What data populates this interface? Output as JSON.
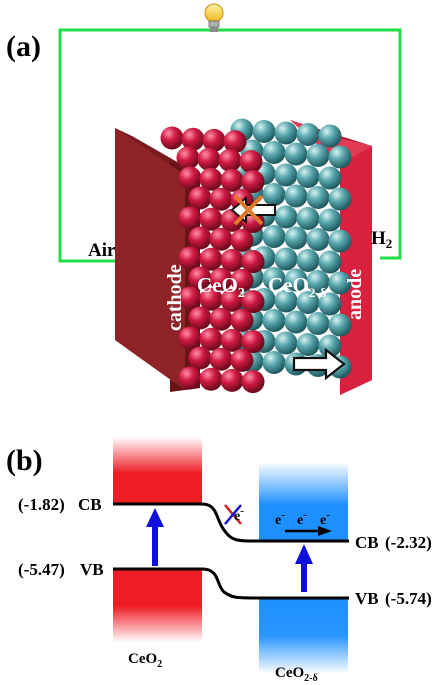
{
  "panel_a": {
    "label": "(a)",
    "air_label": "Air",
    "h2_label": "H",
    "h2_sub": "2",
    "cathode_label": "cathode",
    "anode_label": "anode",
    "ceo2_label": "CeO",
    "ceo2_sub": "2",
    "ceo2d_label": "CeO",
    "ceo2d_sub": "2-δ",
    "colors": {
      "wire": "#22dd44",
      "cathode": "#7a1a1f",
      "anode": "#cc1f3a",
      "ceo2_sphere": "#c8123a",
      "ceo2d_sphere": "#5aa8ae",
      "cross": "#e07a2a"
    },
    "icons": [
      "light-bulb-icon",
      "blocked-arrow-icon",
      "transport-arrow-icon"
    ]
  },
  "panel_b": {
    "label": "(b)",
    "ceo2_cb": {
      "value": "(-1.82)",
      "name": "CB"
    },
    "ceo2_vb": {
      "value": "(-5.47)",
      "name": "VB"
    },
    "ceo2d_cb": {
      "value": "(-2.32)",
      "name": "CB"
    },
    "ceo2d_vb": {
      "value": "(-5.74)",
      "name": "VB"
    },
    "electron": "e",
    "electron_sup": "-",
    "ceo2_name": "CeO",
    "ceo2_sub": "2",
    "ceo2d_name": "CeO",
    "ceo2d_sub": "2-δ",
    "colors": {
      "ceo2_band": "#ee1c24",
      "ceo2d_band": "#1e90ff",
      "arrow": "#1010dd",
      "cross": "#d42020"
    }
  }
}
